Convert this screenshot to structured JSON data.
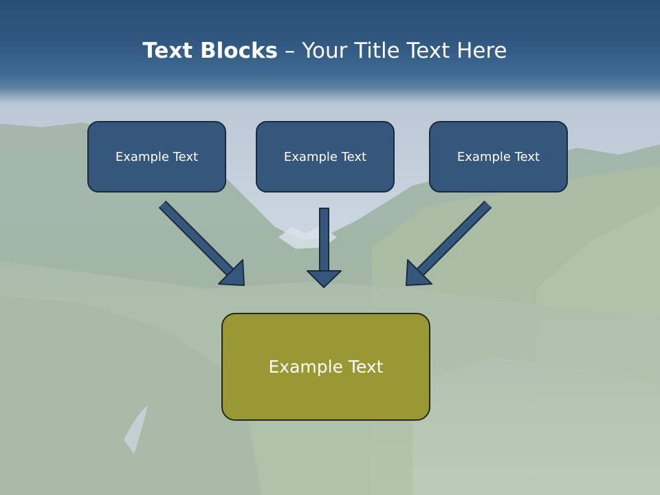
{
  "slide": {
    "title_bold": "Text Blocks",
    "title_rest": " – Your Title Text Here",
    "top_boxes": [
      {
        "label": "Example Text"
      },
      {
        "label": "Example Text"
      },
      {
        "label": "Example Text"
      }
    ],
    "bottom_box": {
      "label": "Example Text"
    }
  },
  "colors": {
    "header": "#2a4f78",
    "top_box_fill": "#35577c",
    "bottom_box_fill": "#999834",
    "arrow_fill": "#35577c"
  },
  "icons": [
    "arrow-down-right-icon",
    "arrow-down-icon",
    "arrow-down-left-icon"
  ]
}
